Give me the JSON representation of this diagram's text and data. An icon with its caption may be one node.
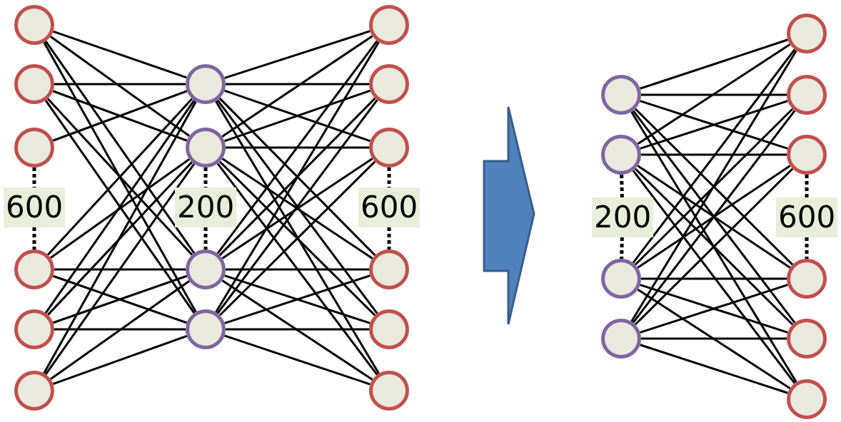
{
  "diagram": {
    "nodes": [
      {
        "text": [],
        "shape": "circle"
      },
      {
        "text": [],
        "shape": "circle"
      },
      {
        "text": [],
        "shape": "circle"
      },
      {
        "text": [],
        "shape": "circle"
      },
      {
        "text": [],
        "shape": "circle"
      },
      {
        "text": [],
        "shape": "circle"
      },
      {
        "text": [],
        "shape": "circle"
      },
      {
        "text": [],
        "shape": "circle"
      },
      {
        "text": [],
        "shape": "circle"
      },
      {
        "text": [],
        "shape": "circle"
      },
      {
        "text": [],
        "shape": "circle"
      },
      {
        "text": [],
        "shape": "circle"
      },
      {
        "text": [],
        "shape": "circle"
      },
      {
        "text": [],
        "shape": "circle"
      },
      {
        "text": [],
        "shape": "circle"
      },
      {
        "text": [],
        "shape": "circle"
      },
      {
        "text": [],
        "shape": "circle"
      },
      {
        "text": [],
        "shape": "circle"
      },
      {
        "text": [],
        "shape": "circle"
      },
      {
        "text": [],
        "shape": "circle"
      },
      {
        "text": [],
        "shape": "circle"
      },
      {
        "text": [],
        "shape": "circle"
      },
      {
        "text": [],
        "shape": "circle"
      },
      {
        "text": [],
        "shape": "circle"
      },
      {
        "text": [],
        "shape": "circle"
      },
      {
        "text": [],
        "shape": "circle"
      },
      {
        "text": [
          "600"
        ]
      },
      {
        "text": [
          "200"
        ]
      },
      {
        "text": [
          "600"
        ]
      },
      {
        "text": [
          "200"
        ]
      },
      {
        "text": [
          "600"
        ]
      }
    ],
    "edges": [
      {
        "from": 0,
        "to": 6,
        "arrow": "none"
      },
      {
        "from": 0,
        "to": 7,
        "arrow": "none"
      },
      {
        "from": 0,
        "to": 8,
        "arrow": "none"
      },
      {
        "from": 0,
        "to": 9,
        "arrow": "none"
      },
      {
        "from": 1,
        "to": 6,
        "arrow": "none"
      },
      {
        "from": 1,
        "to": 7,
        "arrow": "none"
      },
      {
        "from": 1,
        "to": 8,
        "arrow": "none"
      },
      {
        "from": 1,
        "to": 9,
        "arrow": "none"
      },
      {
        "from": 2,
        "to": 6,
        "arrow": "none"
      },
      {
        "from": 3,
        "to": 6,
        "arrow": "none"
      },
      {
        "from": 3,
        "to": 7,
        "arrow": "none"
      },
      {
        "from": 3,
        "to": 8,
        "arrow": "none"
      },
      {
        "from": 3,
        "to": 9,
        "arrow": "none"
      },
      {
        "from": 4,
        "to": 6,
        "arrow": "none"
      },
      {
        "from": 4,
        "to": 7,
        "arrow": "none"
      },
      {
        "from": 4,
        "to": 8,
        "arrow": "none"
      },
      {
        "from": 4,
        "to": 9,
        "arrow": "none"
      },
      {
        "from": 5,
        "to": 6,
        "arrow": "none"
      },
      {
        "from": 5,
        "to": 7,
        "arrow": "none"
      },
      {
        "from": 5,
        "to": 8,
        "arrow": "none"
      },
      {
        "from": 5,
        "to": 9,
        "arrow": "none"
      },
      {
        "from": 6,
        "to": 10,
        "arrow": "none"
      },
      {
        "from": 6,
        "to": 11,
        "arrow": "none"
      },
      {
        "from": 6,
        "to": 12,
        "arrow": "none"
      },
      {
        "from": 6,
        "to": 13,
        "arrow": "none"
      },
      {
        "from": 6,
        "to": 14,
        "arrow": "none"
      },
      {
        "from": 6,
        "to": 15,
        "arrow": "none"
      },
      {
        "from": 7,
        "to": 10,
        "arrow": "none"
      },
      {
        "from": 7,
        "to": 11,
        "arrow": "none"
      },
      {
        "from": 7,
        "to": 12,
        "arrow": "none"
      },
      {
        "from": 7,
        "to": 13,
        "arrow": "none"
      },
      {
        "from": 7,
        "to": 14,
        "arrow": "none"
      },
      {
        "from": 7,
        "to": 15,
        "arrow": "none"
      },
      {
        "from": 8,
        "to": 10,
        "arrow": "none"
      },
      {
        "from": 8,
        "to": 11,
        "arrow": "none"
      },
      {
        "from": 8,
        "to": 12,
        "arrow": "none"
      },
      {
        "from": 8,
        "to": 13,
        "arrow": "none"
      },
      {
        "from": 8,
        "to": 14,
        "arrow": "none"
      },
      {
        "from": 8,
        "to": 15,
        "arrow": "none"
      },
      {
        "from": 9,
        "to": 10,
        "arrow": "none"
      },
      {
        "from": 9,
        "to": 11,
        "arrow": "none"
      },
      {
        "from": 9,
        "to": 12,
        "arrow": "none"
      },
      {
        "from": 9,
        "to": 13,
        "arrow": "none"
      },
      {
        "from": 9,
        "to": 14,
        "arrow": "none"
      },
      {
        "from": 9,
        "to": 15,
        "arrow": "none"
      },
      {
        "from": 16,
        "to": 20,
        "arrow": "none"
      },
      {
        "from": 16,
        "to": 21,
        "arrow": "none"
      },
      {
        "from": 16,
        "to": 22,
        "arrow": "none"
      },
      {
        "from": 16,
        "to": 23,
        "arrow": "none"
      },
      {
        "from": 16,
        "to": 24,
        "arrow": "none"
      },
      {
        "from": 16,
        "to": 25,
        "arrow": "none"
      },
      {
        "from": 17,
        "to": 20,
        "arrow": "none"
      },
      {
        "from": 17,
        "to": 21,
        "arrow": "none"
      },
      {
        "from": 17,
        "to": 22,
        "arrow": "none"
      },
      {
        "from": 17,
        "to": 23,
        "arrow": "none"
      },
      {
        "from": 17,
        "to": 24,
        "arrow": "none"
      },
      {
        "from": 17,
        "to": 25,
        "arrow": "none"
      },
      {
        "from": 18,
        "to": 20,
        "arrow": "none"
      },
      {
        "from": 18,
        "to": 21,
        "arrow": "none"
      },
      {
        "from": 18,
        "to": 22,
        "arrow": "none"
      },
      {
        "from": 18,
        "to": 23,
        "arrow": "none"
      },
      {
        "from": 18,
        "to": 24,
        "arrow": "none"
      },
      {
        "from": 18,
        "to": 25,
        "arrow": "none"
      },
      {
        "from": 19,
        "to": 20,
        "arrow": "none"
      },
      {
        "from": 19,
        "to": 21,
        "arrow": "none"
      },
      {
        "from": 19,
        "to": 22,
        "arrow": "none"
      },
      {
        "from": 19,
        "to": 23,
        "arrow": "none"
      },
      {
        "from": 19,
        "to": 24,
        "arrow": "none"
      },
      {
        "from": 19,
        "to": 25,
        "arrow": "none"
      },
      {
        "from": 2,
        "to": 26,
        "arrow": "none",
        "style": "dashed"
      },
      {
        "from": 26,
        "to": 3,
        "arrow": "none",
        "style": "dashed"
      },
      {
        "from": 7,
        "to": 27,
        "arrow": "none",
        "style": "dashed"
      },
      {
        "from": 27,
        "to": 8,
        "arrow": "none",
        "style": "dashed"
      },
      {
        "from": 12,
        "to": 28,
        "arrow": "none",
        "style": "dashed"
      },
      {
        "from": 28,
        "to": 13,
        "arrow": "none",
        "style": "dashed"
      },
      {
        "from": 17,
        "to": 29,
        "arrow": "none",
        "style": "dashed"
      },
      {
        "from": 29,
        "to": 18,
        "arrow": "none",
        "style": "dashed"
      },
      {
        "from": 22,
        "to": 30,
        "arrow": "none",
        "style": "dashed"
      },
      {
        "from": 30,
        "to": 23,
        "arrow": "none",
        "style": "dashed"
      }
    ]
  }
}
